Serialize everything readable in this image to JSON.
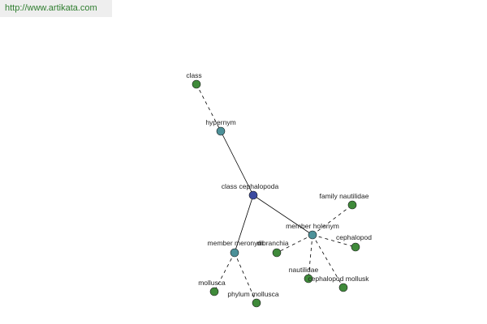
{
  "header": {
    "url": "http://www.artikata.com"
  },
  "colors": {
    "center_node": "#3b4aa0",
    "relation_node": "#4d9199",
    "leaf_node": "#3f8a3a",
    "edge": "#000000"
  },
  "graph": {
    "nodes": {
      "class": "class",
      "hypernym": "hypernym",
      "class_cephalopoda": "class cephalopoda",
      "member_meronym": "member meronym",
      "member_holonym": "member holonym",
      "mollusca": "mollusca",
      "phylum_mollusca": "phylum mollusca",
      "dibranchia": "dibranchia",
      "nautilidae": "nautilidae",
      "cephalopod_mollusk": "cephalopod mollusk",
      "cephalopod": "cephalopod",
      "family_nautilidae": "family nautilidae"
    }
  }
}
